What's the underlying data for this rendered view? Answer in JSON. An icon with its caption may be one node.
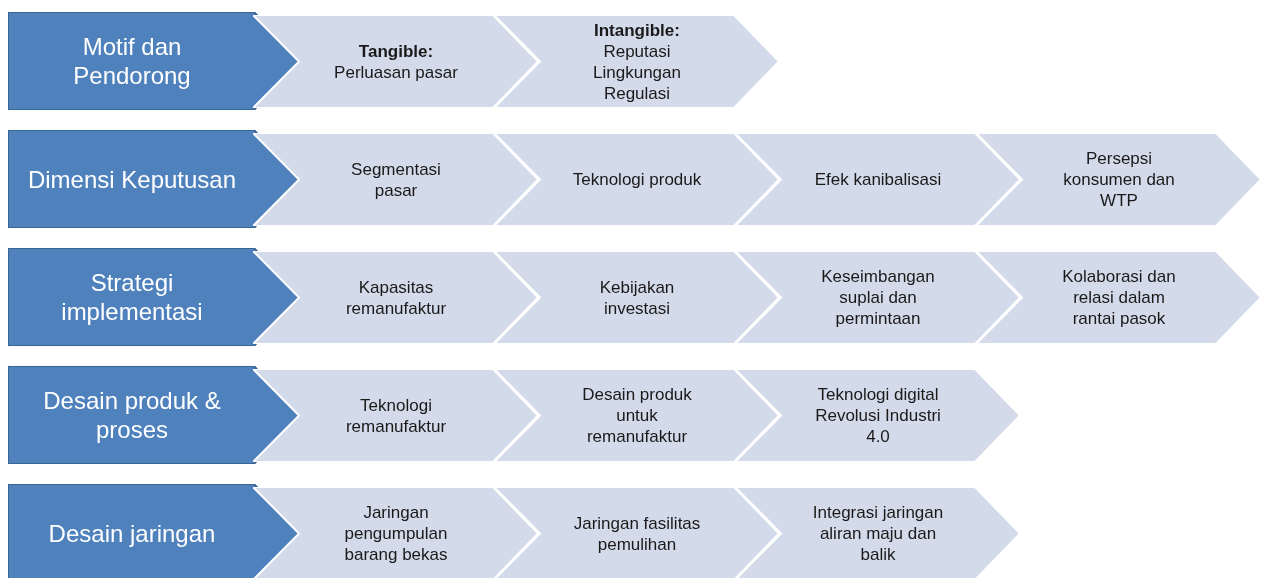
{
  "diagram": {
    "nodes": [
      {
        "text": [
          "Motif dan Pendorong"
        ]
      },
      {
        "text": [
          "Tangible:",
          "Perluasan pasar"
        ]
      },
      {
        "text": [
          "Intangible:",
          "Reputasi Lingkungan Regulasi"
        ]
      },
      {
        "text": [
          "Dimensi Keputusan"
        ]
      },
      {
        "text": [
          "Segmentasi pasar"
        ]
      },
      {
        "text": [
          "Teknologi produk"
        ]
      },
      {
        "text": [
          "Efek kanibalisasi"
        ]
      },
      {
        "text": [
          "Persepsi konsumen dan WTP"
        ]
      },
      {
        "text": [
          "Strategi implementasi"
        ]
      },
      {
        "text": [
          "Kapasitas remanufaktur"
        ]
      },
      {
        "text": [
          "Kebijakan investasi"
        ]
      },
      {
        "text": [
          "Keseimbangan suplai dan permintaan"
        ]
      },
      {
        "text": [
          "Kolaborasi dan relasi dalam rantai pasok"
        ]
      },
      {
        "text": [
          "Desain produk & proses"
        ]
      },
      {
        "text": [
          "Teknologi remanufaktur"
        ]
      },
      {
        "text": [
          "Desain produk untuk remanufaktur"
        ]
      },
      {
        "text": [
          "Teknologi digital Revolusi Industri 4.0"
        ]
      },
      {
        "text": [
          "Desain jaringan"
        ]
      },
      {
        "text": [
          "Jaringan pengumpulan barang bekas"
        ]
      },
      {
        "text": [
          "Jaringan fasilitas pemulihan"
        ]
      },
      {
        "text": [
          "Integrasi jaringan aliran maju dan balik"
        ]
      }
    ]
  }
}
